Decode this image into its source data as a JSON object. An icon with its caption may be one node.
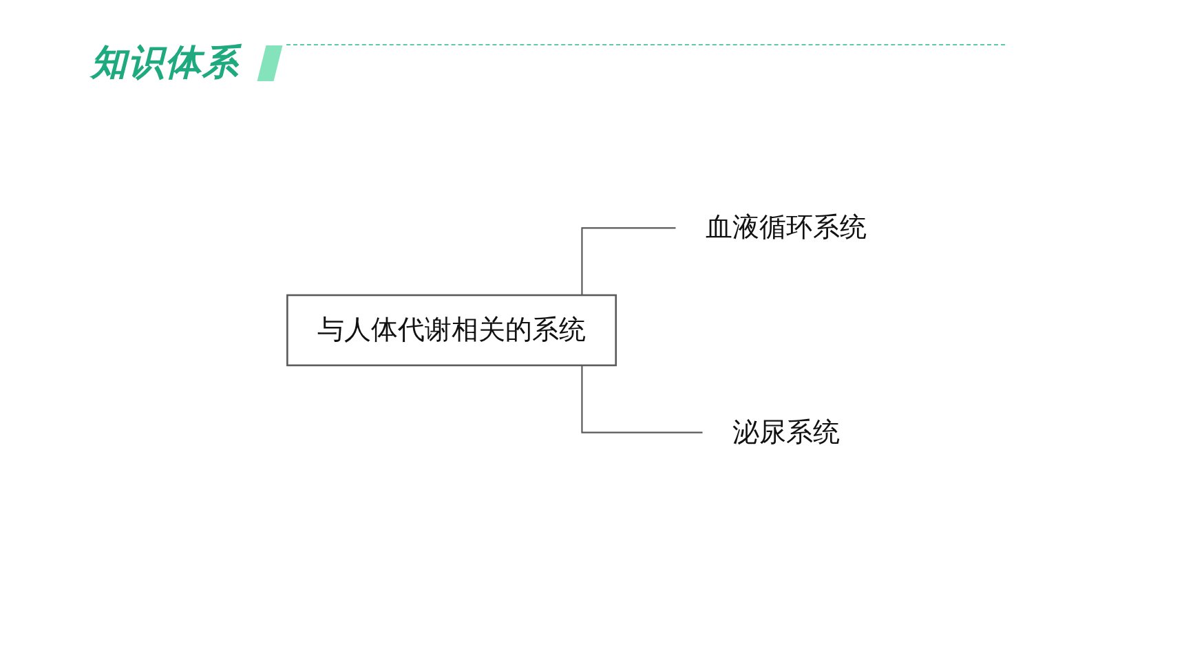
{
  "diagram": {
    "title": "知识体系",
    "nodes": [
      {
        "text": [
          "与人体代谢相关的系统"
        ]
      },
      {
        "text": [
          "血液循环系统"
        ]
      },
      {
        "text": [
          "泌尿系统"
        ]
      }
    ],
    "edges": [
      {
        "from": 0,
        "to": 1,
        "arrow": "none"
      },
      {
        "from": 0,
        "to": 2,
        "arrow": "none"
      }
    ]
  }
}
